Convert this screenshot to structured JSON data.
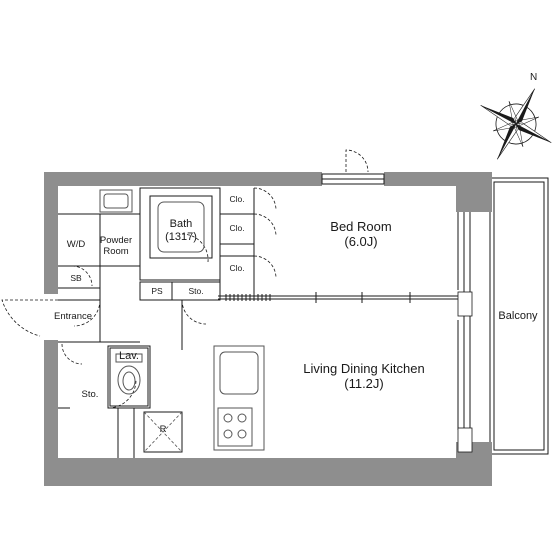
{
  "rooms": {
    "bed_room": {
      "name": "Bed Room",
      "size": "(6.0J)"
    },
    "ldk": {
      "name": "Living Dining Kitchen",
      "size": "(11.2J)"
    },
    "bath": {
      "name": "Bath",
      "size": "(1317)"
    },
    "powder_room": {
      "line1": "Powder",
      "line2": "Room"
    },
    "balcony": "Balcony",
    "entrance": "Entrance",
    "lav": "Lav.",
    "washer": "W/D",
    "shoe_box": "SB",
    "storage_upper": "Sto.",
    "storage_lower": "Sto.",
    "pipe_space": "PS",
    "refrigerator": "R",
    "closets": [
      "Clo.",
      "Clo.",
      "Clo."
    ]
  },
  "compass": {
    "letter": "N"
  },
  "colors": {
    "wall": "#8e8e8e",
    "line": "#1a1a1a",
    "fixture": "#555555"
  }
}
